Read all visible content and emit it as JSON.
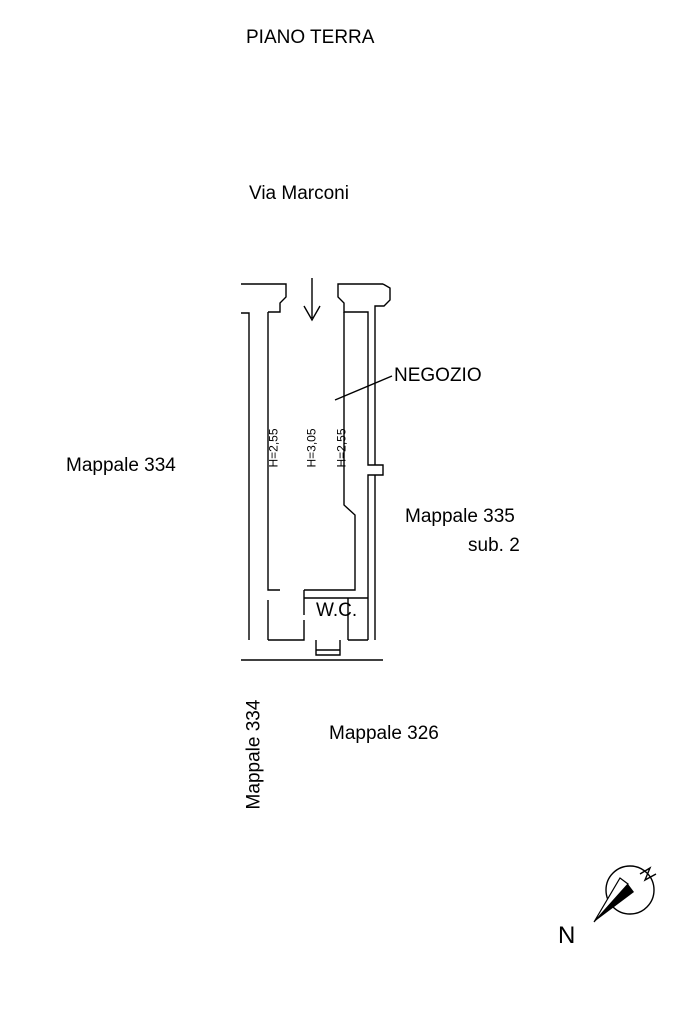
{
  "title": "PIANO TERRA",
  "street": "Via  Marconi",
  "room_name": "NEGOZIO",
  "heights": [
    "H=2,55",
    "H=3,05",
    "H=2,55"
  ],
  "wc_label": "W.C.",
  "neighbors": {
    "left": "Mappale 334",
    "right_line1": "Mappale 335",
    "right_line2": "sub. 2",
    "bottom": "Mappale 326",
    "bottom_left_vertical": "Mappale 334"
  },
  "compass_label": "N"
}
